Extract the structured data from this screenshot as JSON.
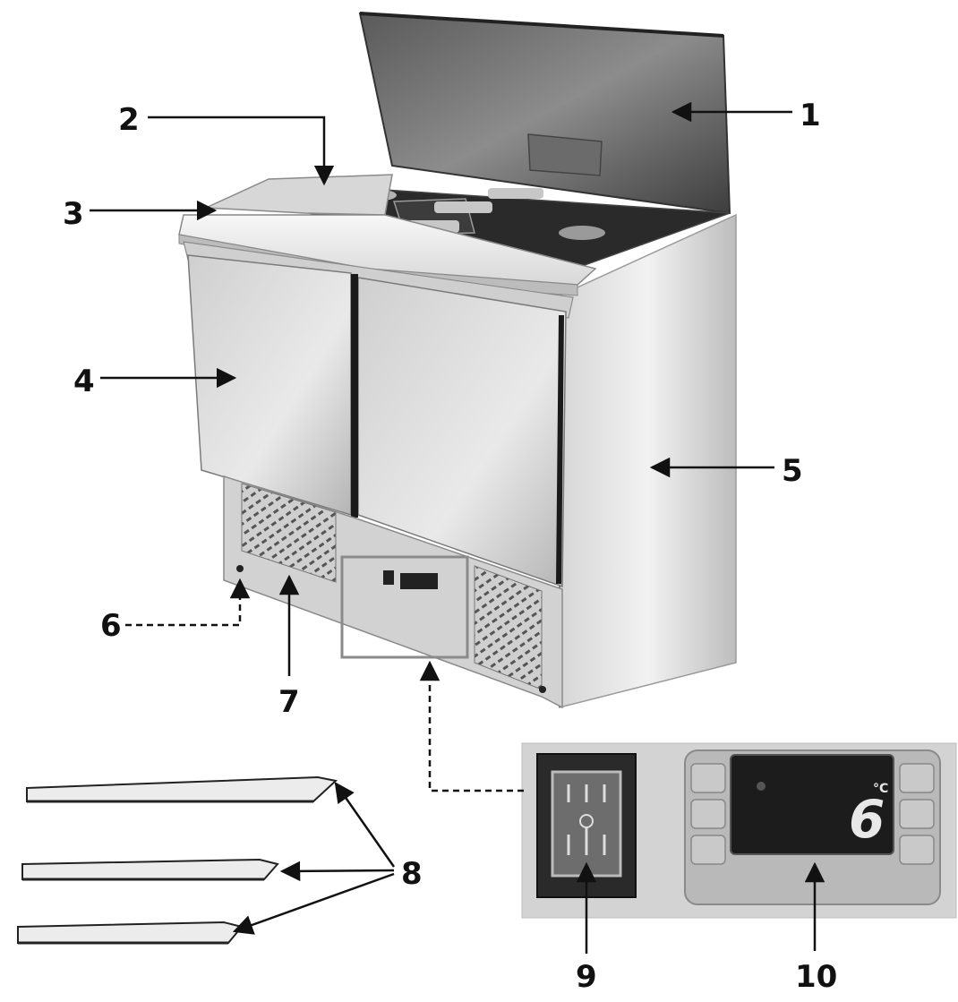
{
  "callouts": [
    "1",
    "2",
    "3",
    "4",
    "5",
    "6",
    "7",
    "8",
    "9",
    "10"
  ],
  "display": {
    "temperature": "6",
    "unit": "°C"
  },
  "colors": {
    "steel_light": "#e4e4e4",
    "steel_mid": "#bdbdbd",
    "steel_dark": "#8a8a8a",
    "pan_dark": "#1e1e1e",
    "line": "#111111"
  }
}
